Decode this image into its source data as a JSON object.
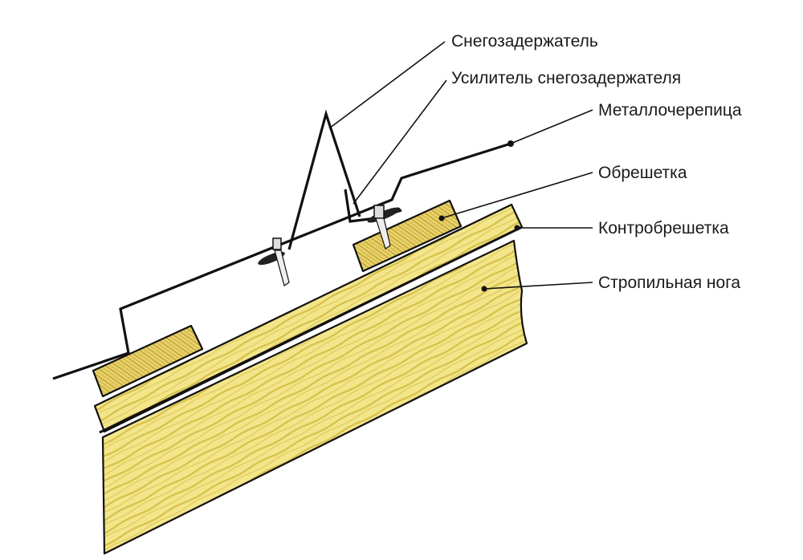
{
  "labels": {
    "snow_guard": "Снегозадержатель",
    "snow_guard_reinforcer": "Усилитель снегозадержателя",
    "metal_tile": "Металлочерепица",
    "battens": "Обрешетка",
    "counter_battens": "Контробрешетка",
    "rafter": "Стропильная нога"
  },
  "colors": {
    "wood_light": "#f3e58a",
    "wood_grain": "#d9c44e",
    "wood_dark": "#b59b2c",
    "metal": "#111111",
    "background": "#ffffff"
  }
}
